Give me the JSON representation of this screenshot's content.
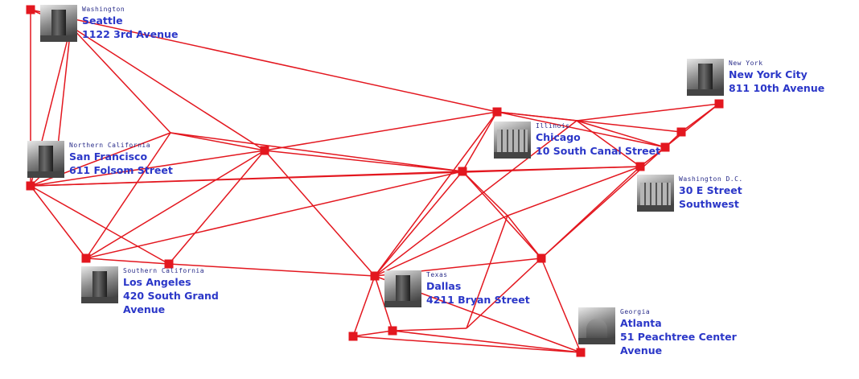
{
  "colors": {
    "link": "#e3171f",
    "node": "#e3171f",
    "label": "#2b37c8",
    "region": "#2a2d8a"
  },
  "locations": [
    {
      "id": "seattle",
      "region": "Washington",
      "lines": [
        "Seattle",
        "1122 3rd Avenue"
      ],
      "photo_icon": "skyscraper-photo"
    },
    {
      "id": "sf",
      "region": "Northern California",
      "lines": [
        "San Francisco",
        "611 Folsom Street"
      ],
      "photo_icon": "tower-photo"
    },
    {
      "id": "la",
      "region": "Southern California",
      "lines": [
        "Los Angeles",
        "420 South Grand",
        "Avenue"
      ],
      "photo_icon": "tower-photo"
    },
    {
      "id": "dallas",
      "region": "Texas",
      "lines": [
        "Dallas",
        "4211 Bryan Street"
      ],
      "photo_icon": "building-photo"
    },
    {
      "id": "atlanta",
      "region": "Georgia",
      "lines": [
        "Atlanta",
        "51 Peachtree Center",
        "Avenue"
      ],
      "photo_icon": "dome-photo"
    },
    {
      "id": "chicago",
      "region": "Illinois",
      "lines": [
        "Chicago",
        "10 South Canal Street"
      ],
      "photo_icon": "facade-photo"
    },
    {
      "id": "dc",
      "region": "Washington D.C.",
      "lines": [
        "30 E Street",
        "Southwest"
      ],
      "photo_icon": "building-photo"
    },
    {
      "id": "nyc",
      "region": "New York",
      "lines": [
        "New York City",
        "811 10th Avenue"
      ],
      "photo_icon": "skyscraper-photo"
    }
  ]
}
